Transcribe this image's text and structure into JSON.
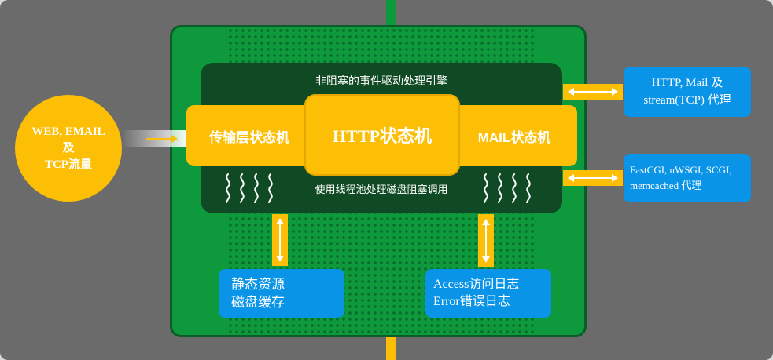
{
  "colors": {
    "background": "#6b6b6b",
    "board": "#0e9a3c",
    "engine": "#0f4a24",
    "accent_yellow": "#fcbf05",
    "accent_blue": "#0994e8"
  },
  "input_circle": {
    "line1": "WEB, EMAIL",
    "line2": "及",
    "line3": "TCP流量"
  },
  "engine": {
    "title": "非阻塞的事件驱动处理引擎",
    "threadpool_label": "使用线程池处理磁盘阻塞调用"
  },
  "state_machines": {
    "transport": "传输层状态机",
    "http": "HTTP状态机",
    "mail": "MAIL状态机"
  },
  "proxies": {
    "http_mail": {
      "line1": "HTTP, Mail 及",
      "line2": "stream(TCP) 代理"
    },
    "fastcgi": {
      "line1": "FastCGI, uWSGI, SCGI,",
      "line2": "memcached 代理"
    }
  },
  "bottom_boxes": {
    "static": {
      "line1": "静态资源",
      "line2": "磁盘缓存"
    },
    "logs": {
      "line1": "Access访问日志",
      "line2": "Error错误日志"
    }
  },
  "icons": [
    "wave-icon",
    "double-arrow-icon",
    "right-arrow-icon"
  ]
}
